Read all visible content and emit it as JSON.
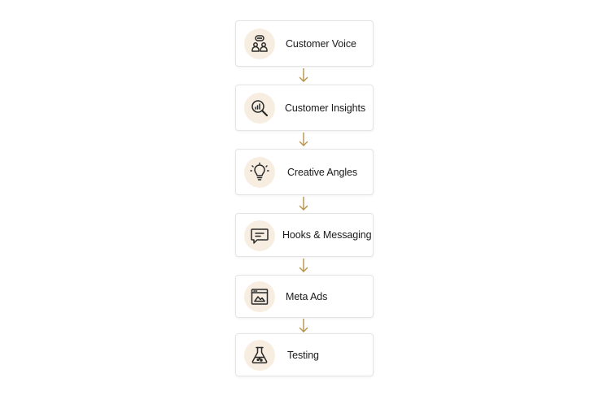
{
  "flow": {
    "steps": [
      {
        "label": "Customer Voice",
        "icon": "chat-people-icon"
      },
      {
        "label": "Customer Insights",
        "icon": "magnifier-chart-icon"
      },
      {
        "label": "Creative Angles",
        "icon": "lightbulb-icon"
      },
      {
        "label": "Hooks & Messaging",
        "icon": "message-icon"
      },
      {
        "label": "Meta Ads",
        "icon": "ad-window-icon"
      },
      {
        "label": "Testing",
        "icon": "flask-icon"
      }
    ]
  },
  "colors": {
    "arrow": "#b8924a",
    "icon_background": "#f7eee1",
    "card_border": "#e4e4e4"
  }
}
